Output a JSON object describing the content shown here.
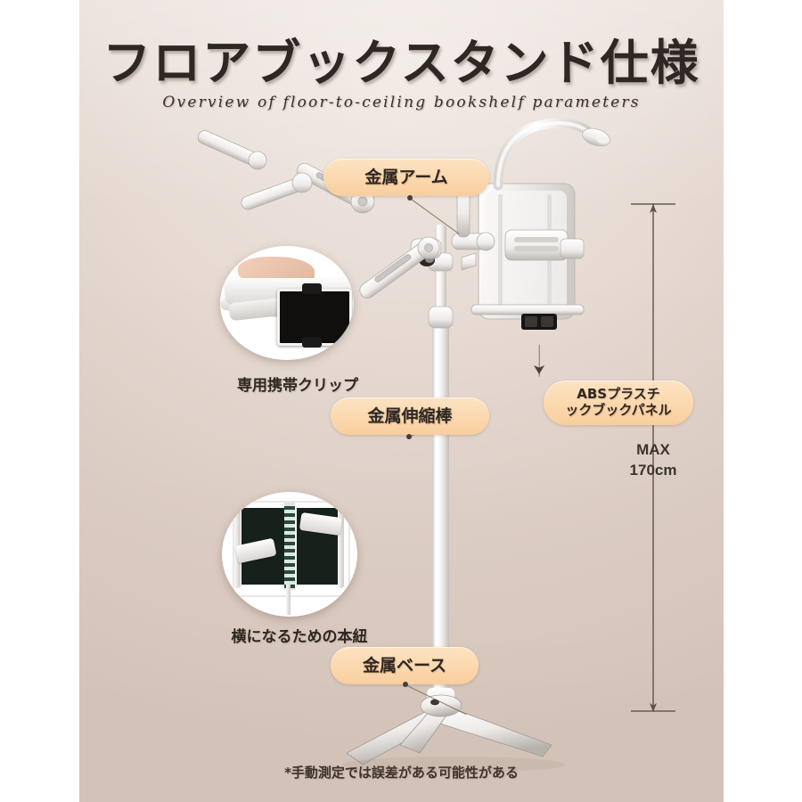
{
  "header": {
    "title": "フロアブックスタンド仕様",
    "subtitle": "Overview of floor-to-ceiling bookshelf parameters"
  },
  "labels": {
    "metal_arm": "金属アーム",
    "telescoping_rod": "金属伸縮棒",
    "metal_base": "金属ベース",
    "abs_panel_line1": "ABSプラスチ",
    "abs_panel_line2": "ックブックパネル"
  },
  "captions": {
    "phone_clip": "専用携帯クリップ",
    "book_strap": "横になるための本紐"
  },
  "dimension": {
    "max_label": "MAX",
    "max_value": "170cm"
  },
  "footnote": "*手動測定では誤差がある可能性がある",
  "colors": {
    "background_top": "#f0e7e1",
    "background_bottom": "#d6c5ba",
    "pill_fill": "#fbd8ae",
    "text_dark": "#2e2723",
    "leader_line": "#6b5b50",
    "product_white": "#f6f5f3"
  },
  "icons": {
    "arrow_marker": "arrow-down-icon",
    "dimension_arrow": "dimension-arrow-icon"
  }
}
